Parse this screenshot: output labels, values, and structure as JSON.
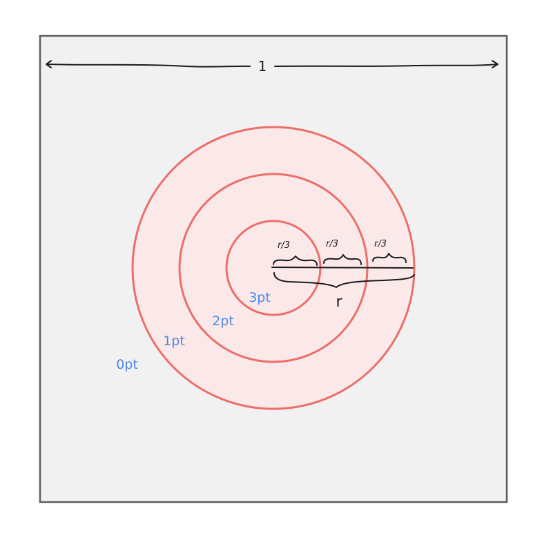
{
  "colors": {
    "board_fill": "#f1f1f1",
    "board_border": "#5c5c5c",
    "ring_stroke": "#ec6e6b",
    "ring_fill": "#fbe9e9",
    "label_blue": "#4f86e4",
    "ink": "#1a1a1a"
  },
  "board": {
    "width_label": "1"
  },
  "target": {
    "radius_label": "r",
    "segment_labels": [
      "r/3",
      "r/3",
      "r/3"
    ]
  },
  "scores": {
    "inner": "3pt",
    "middle": "2pt",
    "outer": "1pt",
    "outside": "0pt"
  }
}
